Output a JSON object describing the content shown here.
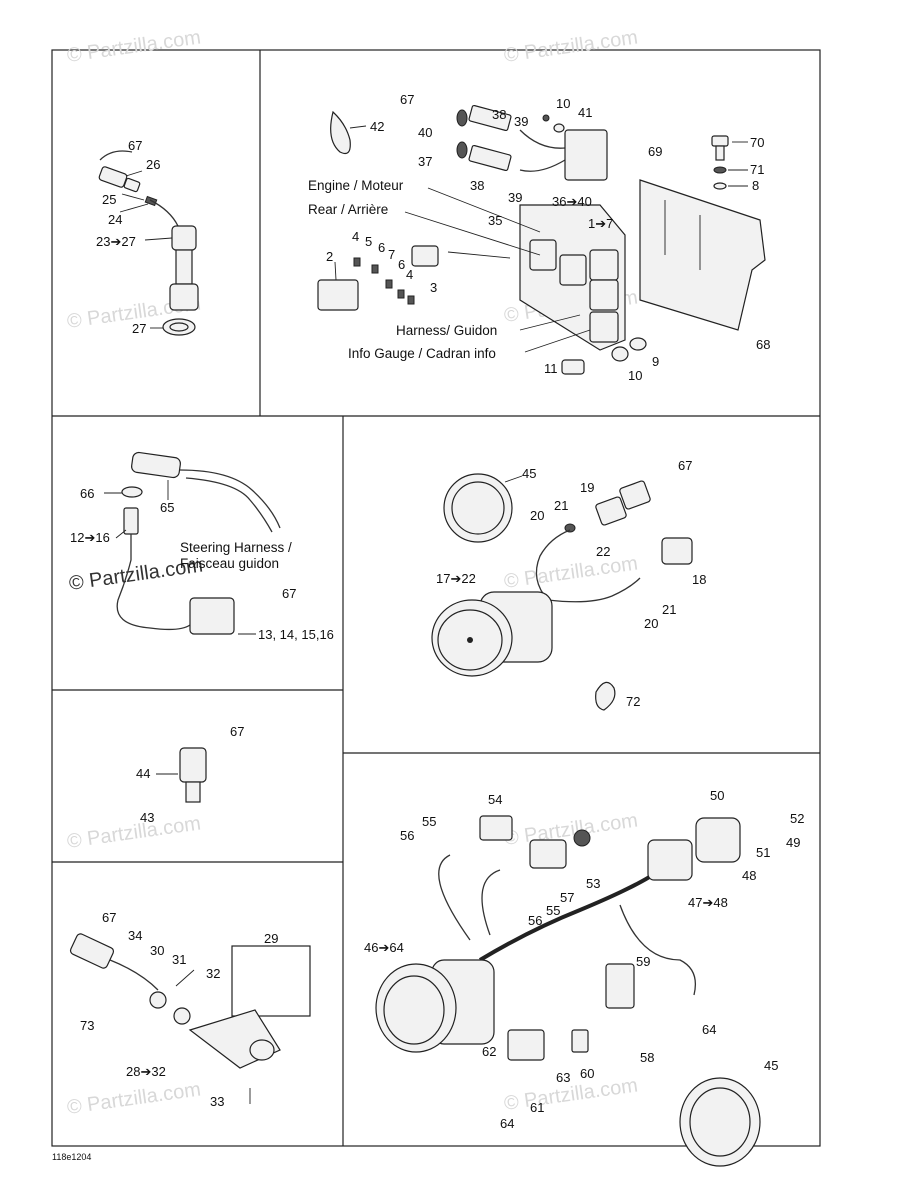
{
  "watermark": "© Partzilla.com",
  "footer_code": "118e1204",
  "panels": {
    "p1": {
      "labels": [
        "67",
        "26",
        "25",
        "24",
        "23➔27",
        "27"
      ]
    },
    "p2": {
      "labels": [
        "42",
        "67",
        "40",
        "38",
        "39",
        "10",
        "41",
        "37",
        "38",
        "39",
        "36➔40",
        "69",
        "70",
        "71",
        "8",
        "35",
        "1➔7",
        "2",
        "4",
        "5",
        "6",
        "7",
        "6",
        "4",
        "3",
        "68",
        "11",
        "10",
        "9"
      ],
      "callouts": {
        "engine": "Engine / Moteur",
        "rear": "Rear / Arrière",
        "harness": "Harness/ Guidon",
        "info_gauge": "Info Gauge / Cadran info"
      }
    },
    "p3": {
      "labels": [
        "66",
        "65",
        "12➔16",
        "67",
        "13, 14, 15,16"
      ],
      "callouts": {
        "steering_line1": "Steering Harness /",
        "steering_line2": "Faisceau guidon"
      }
    },
    "p4": {
      "labels": [
        "45",
        "67",
        "19",
        "21",
        "20",
        "22",
        "18",
        "17➔22",
        "21",
        "20",
        "72"
      ]
    },
    "p5": {
      "labels": [
        "67",
        "44",
        "43"
      ]
    },
    "p6": {
      "labels": [
        "67",
        "34",
        "30",
        "31",
        "32",
        "29",
        "73",
        "28➔32",
        "33"
      ]
    },
    "p7": {
      "labels": [
        "54",
        "55",
        "56",
        "50",
        "52",
        "51",
        "49",
        "53",
        "57",
        "55",
        "56",
        "48",
        "47➔48",
        "46➔64",
        "59",
        "64",
        "58",
        "62",
        "60",
        "63",
        "61",
        "64",
        "45"
      ]
    }
  }
}
